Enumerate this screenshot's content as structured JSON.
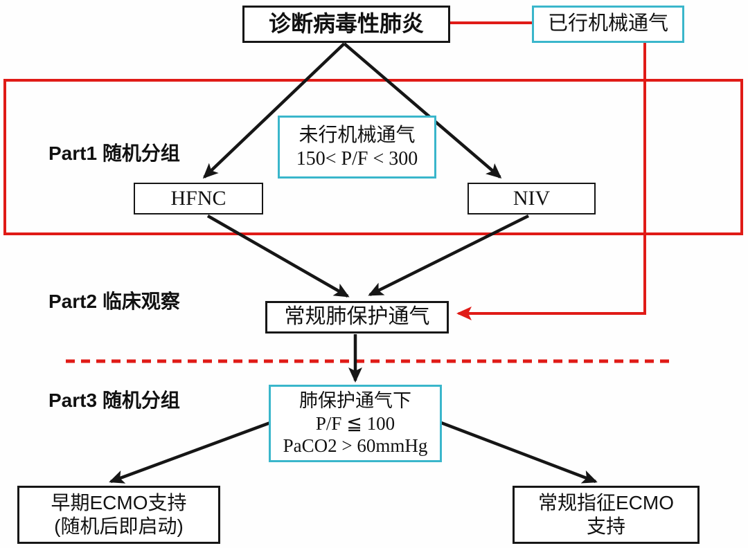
{
  "colors": {
    "red": "#e01b17",
    "cyan": "#3ab6cb",
    "black": "#161616",
    "background": "#ffffff"
  },
  "labels": {
    "part1": "Part1 随机分组",
    "part2": "Part2 临床观察",
    "part3": "Part3 随机分组"
  },
  "nodes": {
    "diagnosis": "诊断病毒性肺炎",
    "already_mv": "已行机械通气",
    "not_mv": {
      "line1": "未行机械通气",
      "line2": "150< P/F < 300"
    },
    "hfnc": "HFNC",
    "niv": "NIV",
    "standard_lpv": "常规肺保护通气",
    "severe_criteria": {
      "line1": "肺保护通气下",
      "line2": "P/F ≦ 100",
      "line3": "PaCO2 > 60mmHg"
    },
    "early_ecmo": {
      "line1": "早期ECMO支持",
      "line2": "(随机后即启动)"
    },
    "conventional_ecmo": {
      "line1": "常规指征ECMO",
      "line2": "支持"
    }
  }
}
